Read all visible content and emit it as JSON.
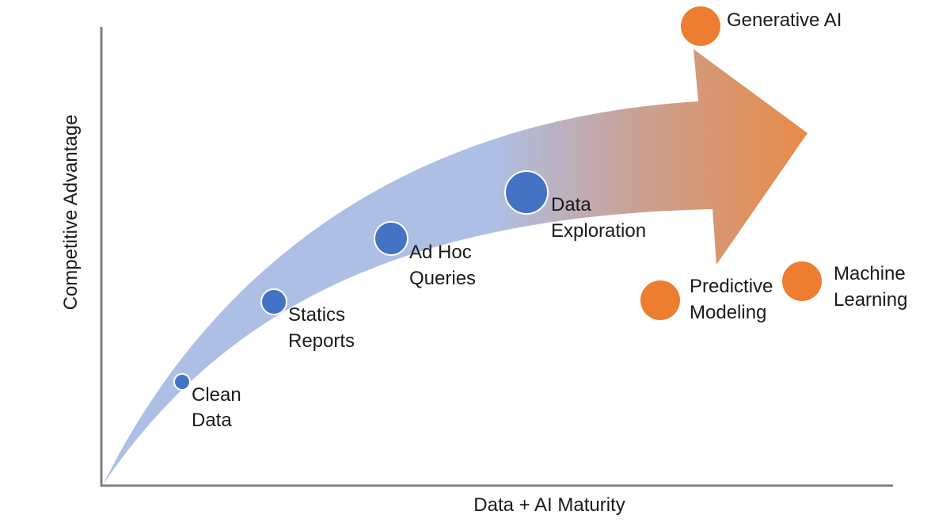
{
  "axes": {
    "y_label": "Competitive Advantage",
    "x_label": "Data + AI Maturity"
  },
  "colors": {
    "arrow_start": "#aebfe6",
    "arrow_end": "#e88a48",
    "blue_node": "#4472c4",
    "orange_node": "#ed7d31",
    "axis": "#7f7f7f"
  },
  "stages": [
    {
      "id": "clean-data",
      "line1": "Clean",
      "line2": "Data",
      "color": "blue"
    },
    {
      "id": "statics-reports",
      "line1": "Statics",
      "line2": "Reports",
      "color": "blue"
    },
    {
      "id": "ad-hoc-queries",
      "line1": "Ad Hoc",
      "line2": "Queries",
      "color": "blue"
    },
    {
      "id": "data-exploration",
      "line1": "Data",
      "line2": "Exploration",
      "color": "blue"
    },
    {
      "id": "predictive-modeling",
      "line1": "Predictive",
      "line2": "Modeling",
      "color": "orange"
    },
    {
      "id": "machine-learning",
      "line1": "Machine",
      "line2": "Learning",
      "color": "orange"
    },
    {
      "id": "generative-ai",
      "line1": "Generative AI",
      "line2": "",
      "color": "orange"
    }
  ]
}
